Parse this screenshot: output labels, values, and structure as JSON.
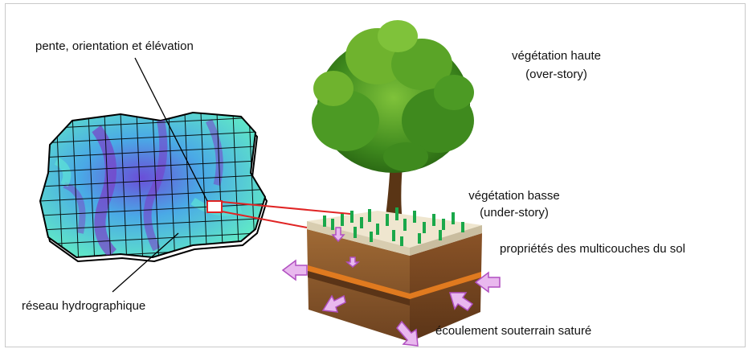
{
  "labels": {
    "slope": "pente, orientation  et élévation",
    "network": "réseau hydrographique",
    "high_veg_line1": "végétation haute",
    "high_veg_line2": "(over-story)",
    "low_veg_line1": "végétation basse",
    "low_veg_line2": "(under-story)",
    "soil_layers": "propriétés des multicouches du sol",
    "groundwater": "écoulement souterrain saturé"
  },
  "colors": {
    "dem_low": "#5de3d6",
    "dem_high": "#7a3fc8",
    "soil_top": "#e8dfc7",
    "soil_body": "#8b5a2b",
    "soil_layer": "#e07a1f",
    "arrow_fill": "#e9b8ee",
    "arrow_stroke": "#b04fc0",
    "link_line": "#e02424",
    "grass": "#1aa84a"
  }
}
